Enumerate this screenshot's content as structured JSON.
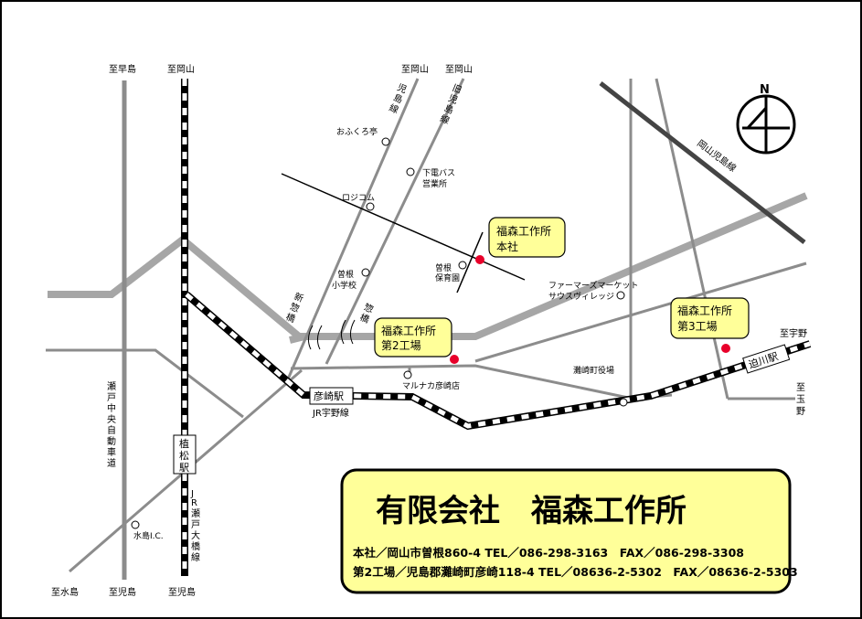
{
  "destinations": {
    "hayashima": "至早島",
    "okayama_left": "至岡山",
    "okayama_mid1": "至岡山",
    "okayama_mid2": "至岡山",
    "uno": "至宇野",
    "tamano_1": "至",
    "tamano_2": "玉",
    "tamano_3": "野",
    "mizushima": "至水島",
    "kojima_1": "至児島",
    "kojima_2": "至児島"
  },
  "roads": {
    "kojima_line": [
      "児",
      "島",
      "線"
    ],
    "old_kojima_line": [
      "旧",
      "児",
      "島",
      "線"
    ],
    "okayama_kojima_line": "岡山児島線",
    "setochuo_expressway": [
      "瀬",
      "戸",
      "中",
      "央",
      "自",
      "動",
      "車",
      "道"
    ],
    "shinsohashi": [
      "新",
      "惣",
      "橋"
    ],
    "sohashi": [
      "惣",
      "橋"
    ]
  },
  "landmarks": {
    "ofukuro": "おふくろ亭",
    "shimoden_1": "下電バス",
    "shimoden_2": "営業所",
    "logicom": "ロジコム",
    "sone_hoikuen_1": "曽根",
    "sone_hoikuen_2": "保育園",
    "sone_school_1": "曽根",
    "sone_school_2": "小学校",
    "farmers_1": "ファーマーズマーケット",
    "farmers_2": "サウスヴィレッジ",
    "marunaka": "マルナカ彦崎店",
    "nadasaki_office": "灘崎町役場",
    "mizushima_ic": "水島I.C."
  },
  "stations": {
    "hikosaki": "彦崎駅",
    "uematsu": [
      "植",
      "松",
      "駅"
    ],
    "hasakawa": "迫川駅"
  },
  "rail_lines": {
    "jr_uno": "JR宇野線",
    "jr_seto_ohashi": [
      "J",
      "R",
      "瀬",
      "戸",
      "大",
      "橋",
      "線"
    ]
  },
  "callouts": {
    "honsha_1": "福森工作所",
    "honsha_2": "本社",
    "factory2_1": "福森工作所",
    "factory2_2": "第2工場",
    "factory3_1": "福森工作所",
    "factory3_2": "第3工場"
  },
  "compass": {
    "north": "N"
  },
  "info_box": {
    "company": "有限会社　福森工作所",
    "address_main": "本社／岡山市曽根860-4 TEL／086-298-3163　FAX／086-298-3308",
    "address_factory2": "第2工場／児島郡灘崎町彦崎118-4 TEL／08636-2-5302　FAX／08636-2-5303"
  },
  "colors": {
    "callout_fill": "#ffff99",
    "marker": "#e8002a",
    "grey_road": "#8c8c8c",
    "light_road": "#a6a6a6"
  }
}
